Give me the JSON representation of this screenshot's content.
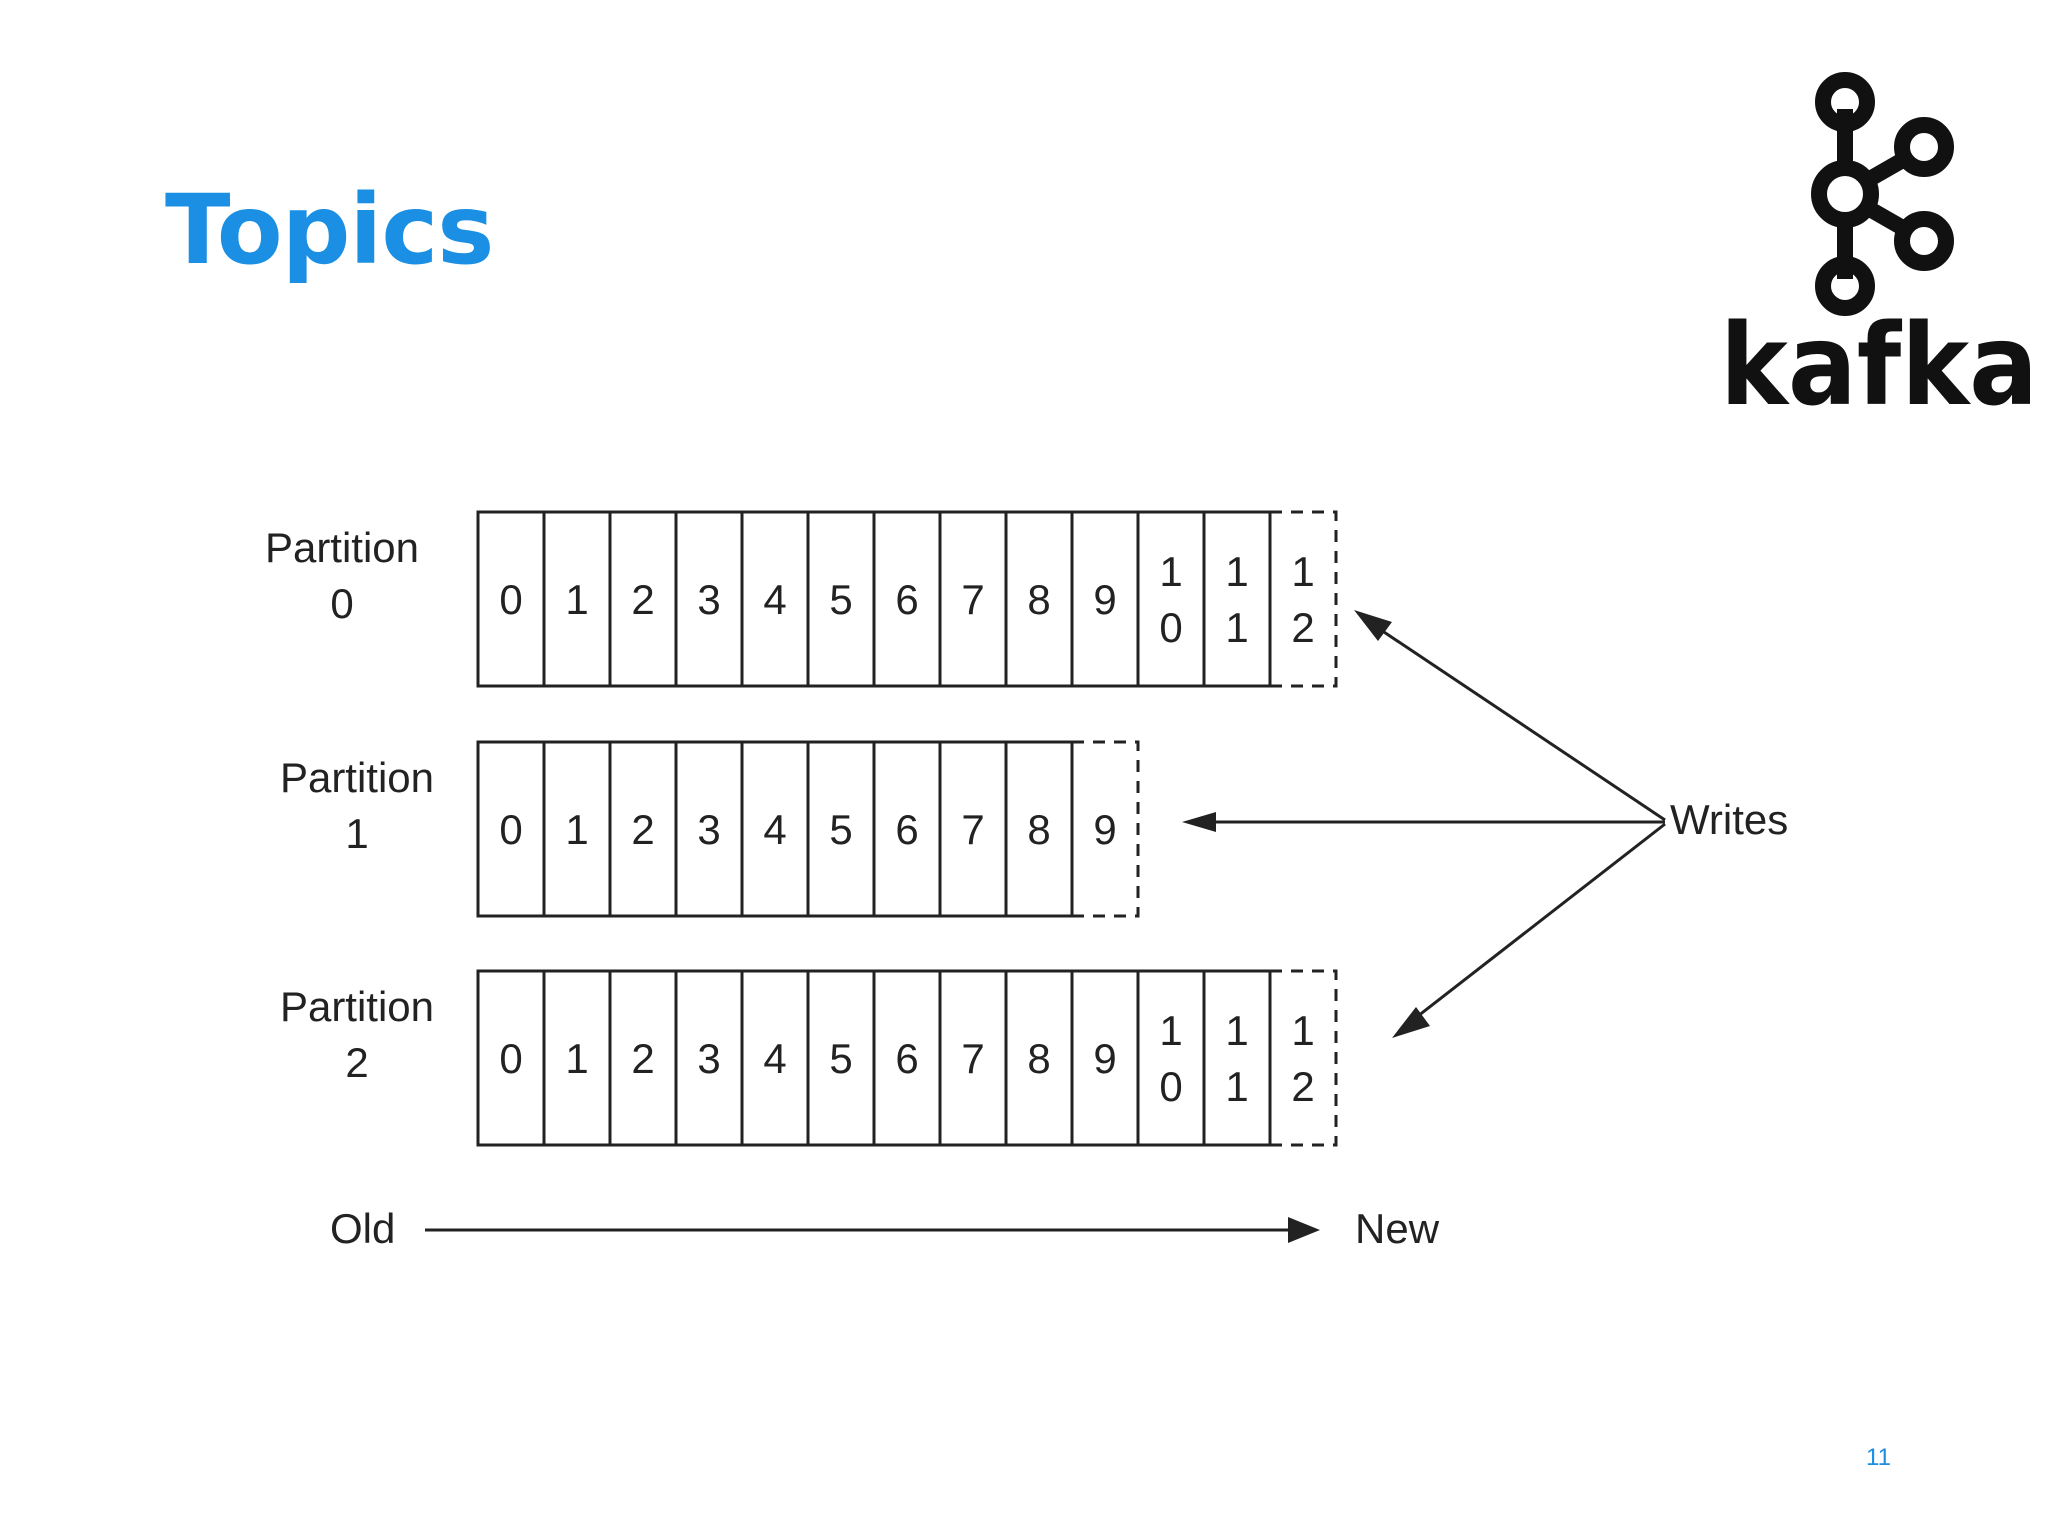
{
  "slide": {
    "title": "Topics",
    "page_number": "11"
  },
  "logo": {
    "wordmark": "kafka",
    "icon": "kafka-logo-icon"
  },
  "diagram": {
    "partitions": [
      {
        "label_line1": "Partition",
        "label_line2": "0",
        "offsets": [
          [
            "0"
          ],
          [
            "1"
          ],
          [
            "2"
          ],
          [
            "3"
          ],
          [
            "4"
          ],
          [
            "5"
          ],
          [
            "6"
          ],
          [
            "7"
          ],
          [
            "8"
          ],
          [
            "9"
          ],
          [
            "1",
            "0"
          ],
          [
            "1",
            "1"
          ]
        ],
        "next_offset": [
          "1",
          "2"
        ]
      },
      {
        "label_line1": "Partition",
        "label_line2": "1",
        "offsets": [
          [
            "0"
          ],
          [
            "1"
          ],
          [
            "2"
          ],
          [
            "3"
          ],
          [
            "4"
          ],
          [
            "5"
          ],
          [
            "6"
          ],
          [
            "7"
          ],
          [
            "8"
          ]
        ],
        "next_offset": [
          "9"
        ]
      },
      {
        "label_line1": "Partition",
        "label_line2": "2",
        "offsets": [
          [
            "0"
          ],
          [
            "1"
          ],
          [
            "2"
          ],
          [
            "3"
          ],
          [
            "4"
          ],
          [
            "5"
          ],
          [
            "6"
          ],
          [
            "7"
          ],
          [
            "8"
          ],
          [
            "9"
          ],
          [
            "1",
            "0"
          ],
          [
            "1",
            "1"
          ]
        ],
        "next_offset": [
          "1",
          "2"
        ]
      }
    ],
    "writes_label": "Writes",
    "timeline": {
      "old_label": "Old",
      "new_label": "New"
    }
  },
  "colors": {
    "title": "#1a8fe3",
    "page_number": "#1a8fe3",
    "diagram_stroke": "#222222",
    "logo": "#111111"
  }
}
